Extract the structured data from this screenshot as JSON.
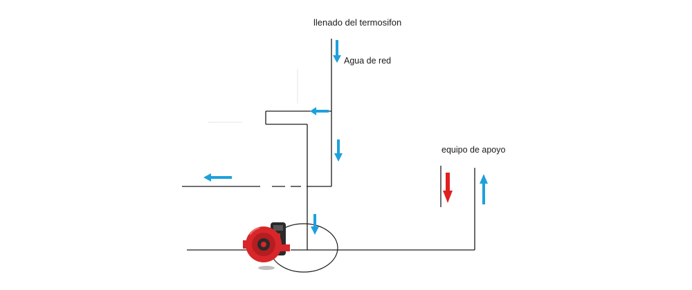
{
  "labels": {
    "filling": "llenado del termosifon",
    "mains_water": "Agua de red",
    "support_equipment": "equipo de apoyo"
  },
  "icons": {
    "pump": "circulator-pump-icon",
    "flow_arrow": "flow-arrow-icon"
  },
  "colors": {
    "pipe": "#1a1a1a",
    "cold_flow_arrow": "#1ea0dc",
    "hot_flow_arrow": "#e02020",
    "pump_body": "#d8262a",
    "pump_motor": "#2a2a2a"
  }
}
